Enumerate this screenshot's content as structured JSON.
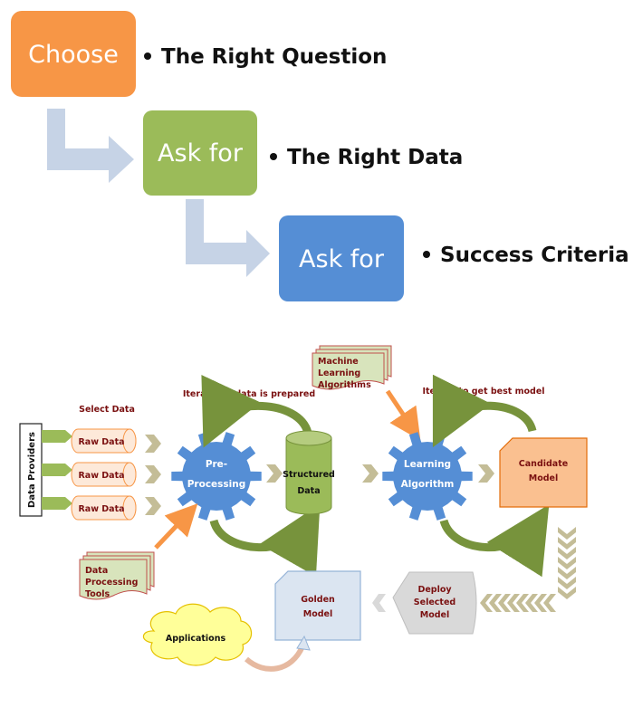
{
  "steps": [
    {
      "label": "Choose",
      "bullet": "The Right Question",
      "color": "#f79646"
    },
    {
      "label": "Ask for",
      "bullet": "The Right Data",
      "color": "#9bbb59"
    },
    {
      "label": "Ask for",
      "bullet": "Success Criteria",
      "color": "#558ed5"
    }
  ],
  "flow": {
    "data_providers": "Data Providers",
    "select_data": "Select Data",
    "raw_data": [
      "Raw Data",
      "Raw Data",
      "Raw Data"
    ],
    "preprocessing": [
      "Pre-",
      "Processing"
    ],
    "iterate_data": "Iterate till data is prepared",
    "structured_data": [
      "Structured",
      "Data"
    ],
    "ml_algorithms": [
      "Machine",
      "Learning",
      "Algorithms"
    ],
    "learning_algorithm": [
      "Learning",
      "Algorithm"
    ],
    "iterate_model": "Iterate to get best model",
    "candidate_model": [
      "Candidate",
      "Model"
    ],
    "data_processing_tools": [
      "Data",
      "Processing",
      "Tools"
    ],
    "deploy": [
      "Deploy",
      "Selected",
      "Model"
    ],
    "golden_model": [
      "Golden",
      "Model"
    ],
    "applications": "Applications"
  },
  "colors": {
    "orange": "#f79646",
    "green": "#9bbb59",
    "blue": "#558ed5",
    "arrow_light_blue": "#c6d3e6",
    "chevron_tan": "#c4bd97",
    "dark_red_text": "#7a1010",
    "raw_data_fill": "#fde9d9",
    "note_fill": "#d8e4bc",
    "note_border": "#c0504d"
  }
}
